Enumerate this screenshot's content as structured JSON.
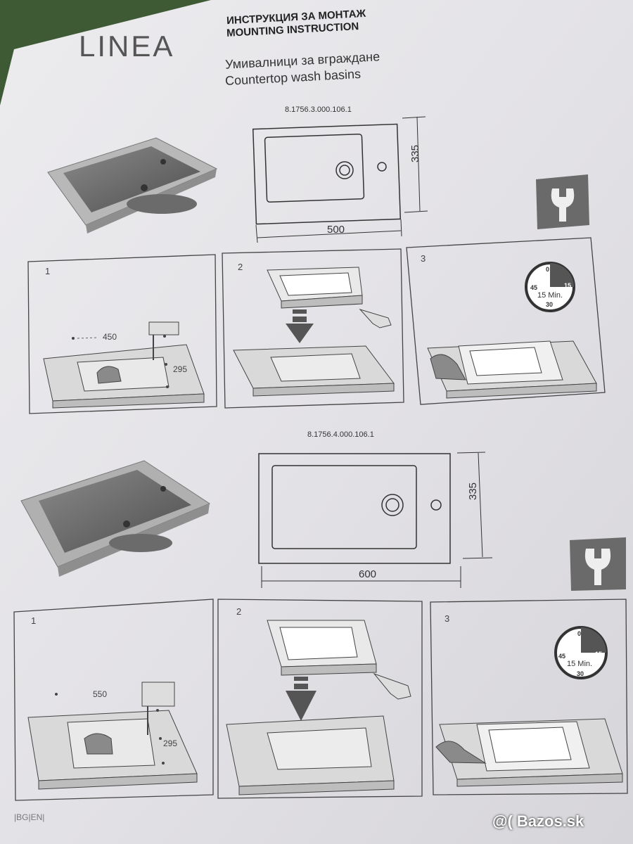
{
  "brand": "LINEA",
  "header": {
    "title_bg": "ИНСТРУКЦИЯ ЗА МОНТАЖ",
    "title_en": "MOUNTING INSTRUCTION",
    "subtitle_bg": "Умивалници за вграждане",
    "subtitle_en": "Countertop wash basins"
  },
  "models": [
    {
      "code": "8.1756.3.000.106.1",
      "width": "500",
      "depth": "335",
      "steps": [
        {
          "number": "1",
          "cut_width": "450",
          "cut_depth": "295"
        },
        {
          "number": "2"
        },
        {
          "number": "3",
          "timer": {
            "t0": "0",
            "t15": "15",
            "t30": "30",
            "t45": "45",
            "label": "15 Min."
          }
        }
      ]
    },
    {
      "code": "8.1756.4.000.106.1",
      "width": "600",
      "depth": "335",
      "steps": [
        {
          "number": "1",
          "cut_width": "550",
          "cut_depth": "295"
        },
        {
          "number": "2"
        },
        {
          "number": "3",
          "timer": {
            "t0": "0",
            "t15": "15",
            "t30": "30",
            "t45": "45",
            "label": "15 Min."
          }
        }
      ]
    }
  ],
  "footer": "|BG|EN|",
  "watermark": "@( Bazos.sk"
}
